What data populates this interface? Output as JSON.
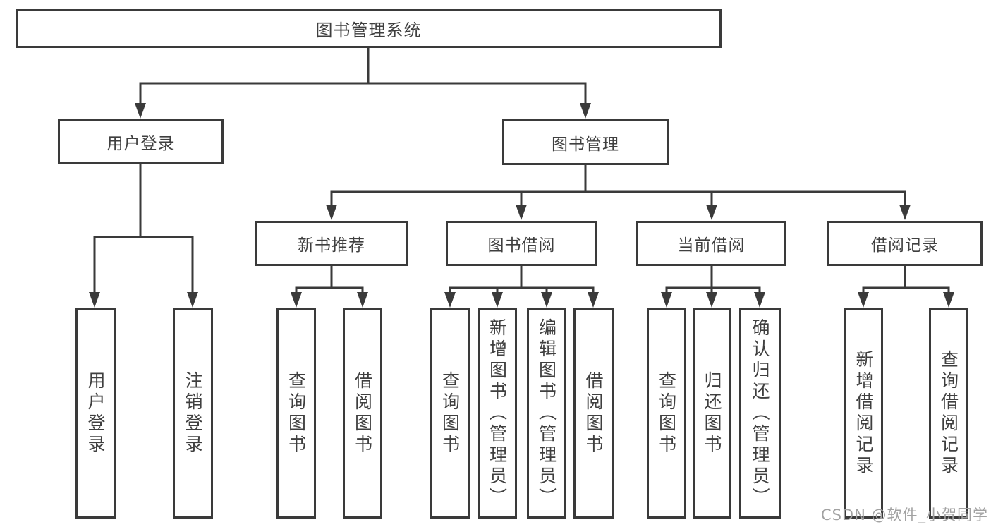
{
  "diagram": {
    "root": "图书管理系统",
    "branches": [
      {
        "label": "用户登录",
        "children": [
          "用户登录",
          "注销登录"
        ]
      },
      {
        "label": "图书管理",
        "groups": [
          {
            "label": "新书推荐",
            "children": [
              "查询图书",
              "借阅图书"
            ]
          },
          {
            "label": "图书借阅",
            "children": [
              "查询图书",
              "新增图书（管理员）",
              "编辑图书（管理员）",
              "借阅图书"
            ]
          },
          {
            "label": "当前借阅",
            "children": [
              "查询图书",
              "归还图书",
              "确认归还（管理员）"
            ]
          },
          {
            "label": "借阅记录",
            "children": [
              "新增借阅记录",
              "查询借阅记录"
            ]
          }
        ]
      }
    ]
  },
  "watermark": "CSDN @软件_小贺同学",
  "colors": {
    "line": "#3a3a3a",
    "text": "#3f3f3f",
    "watermark": "#a2a2a2",
    "background": "#ffffff"
  }
}
